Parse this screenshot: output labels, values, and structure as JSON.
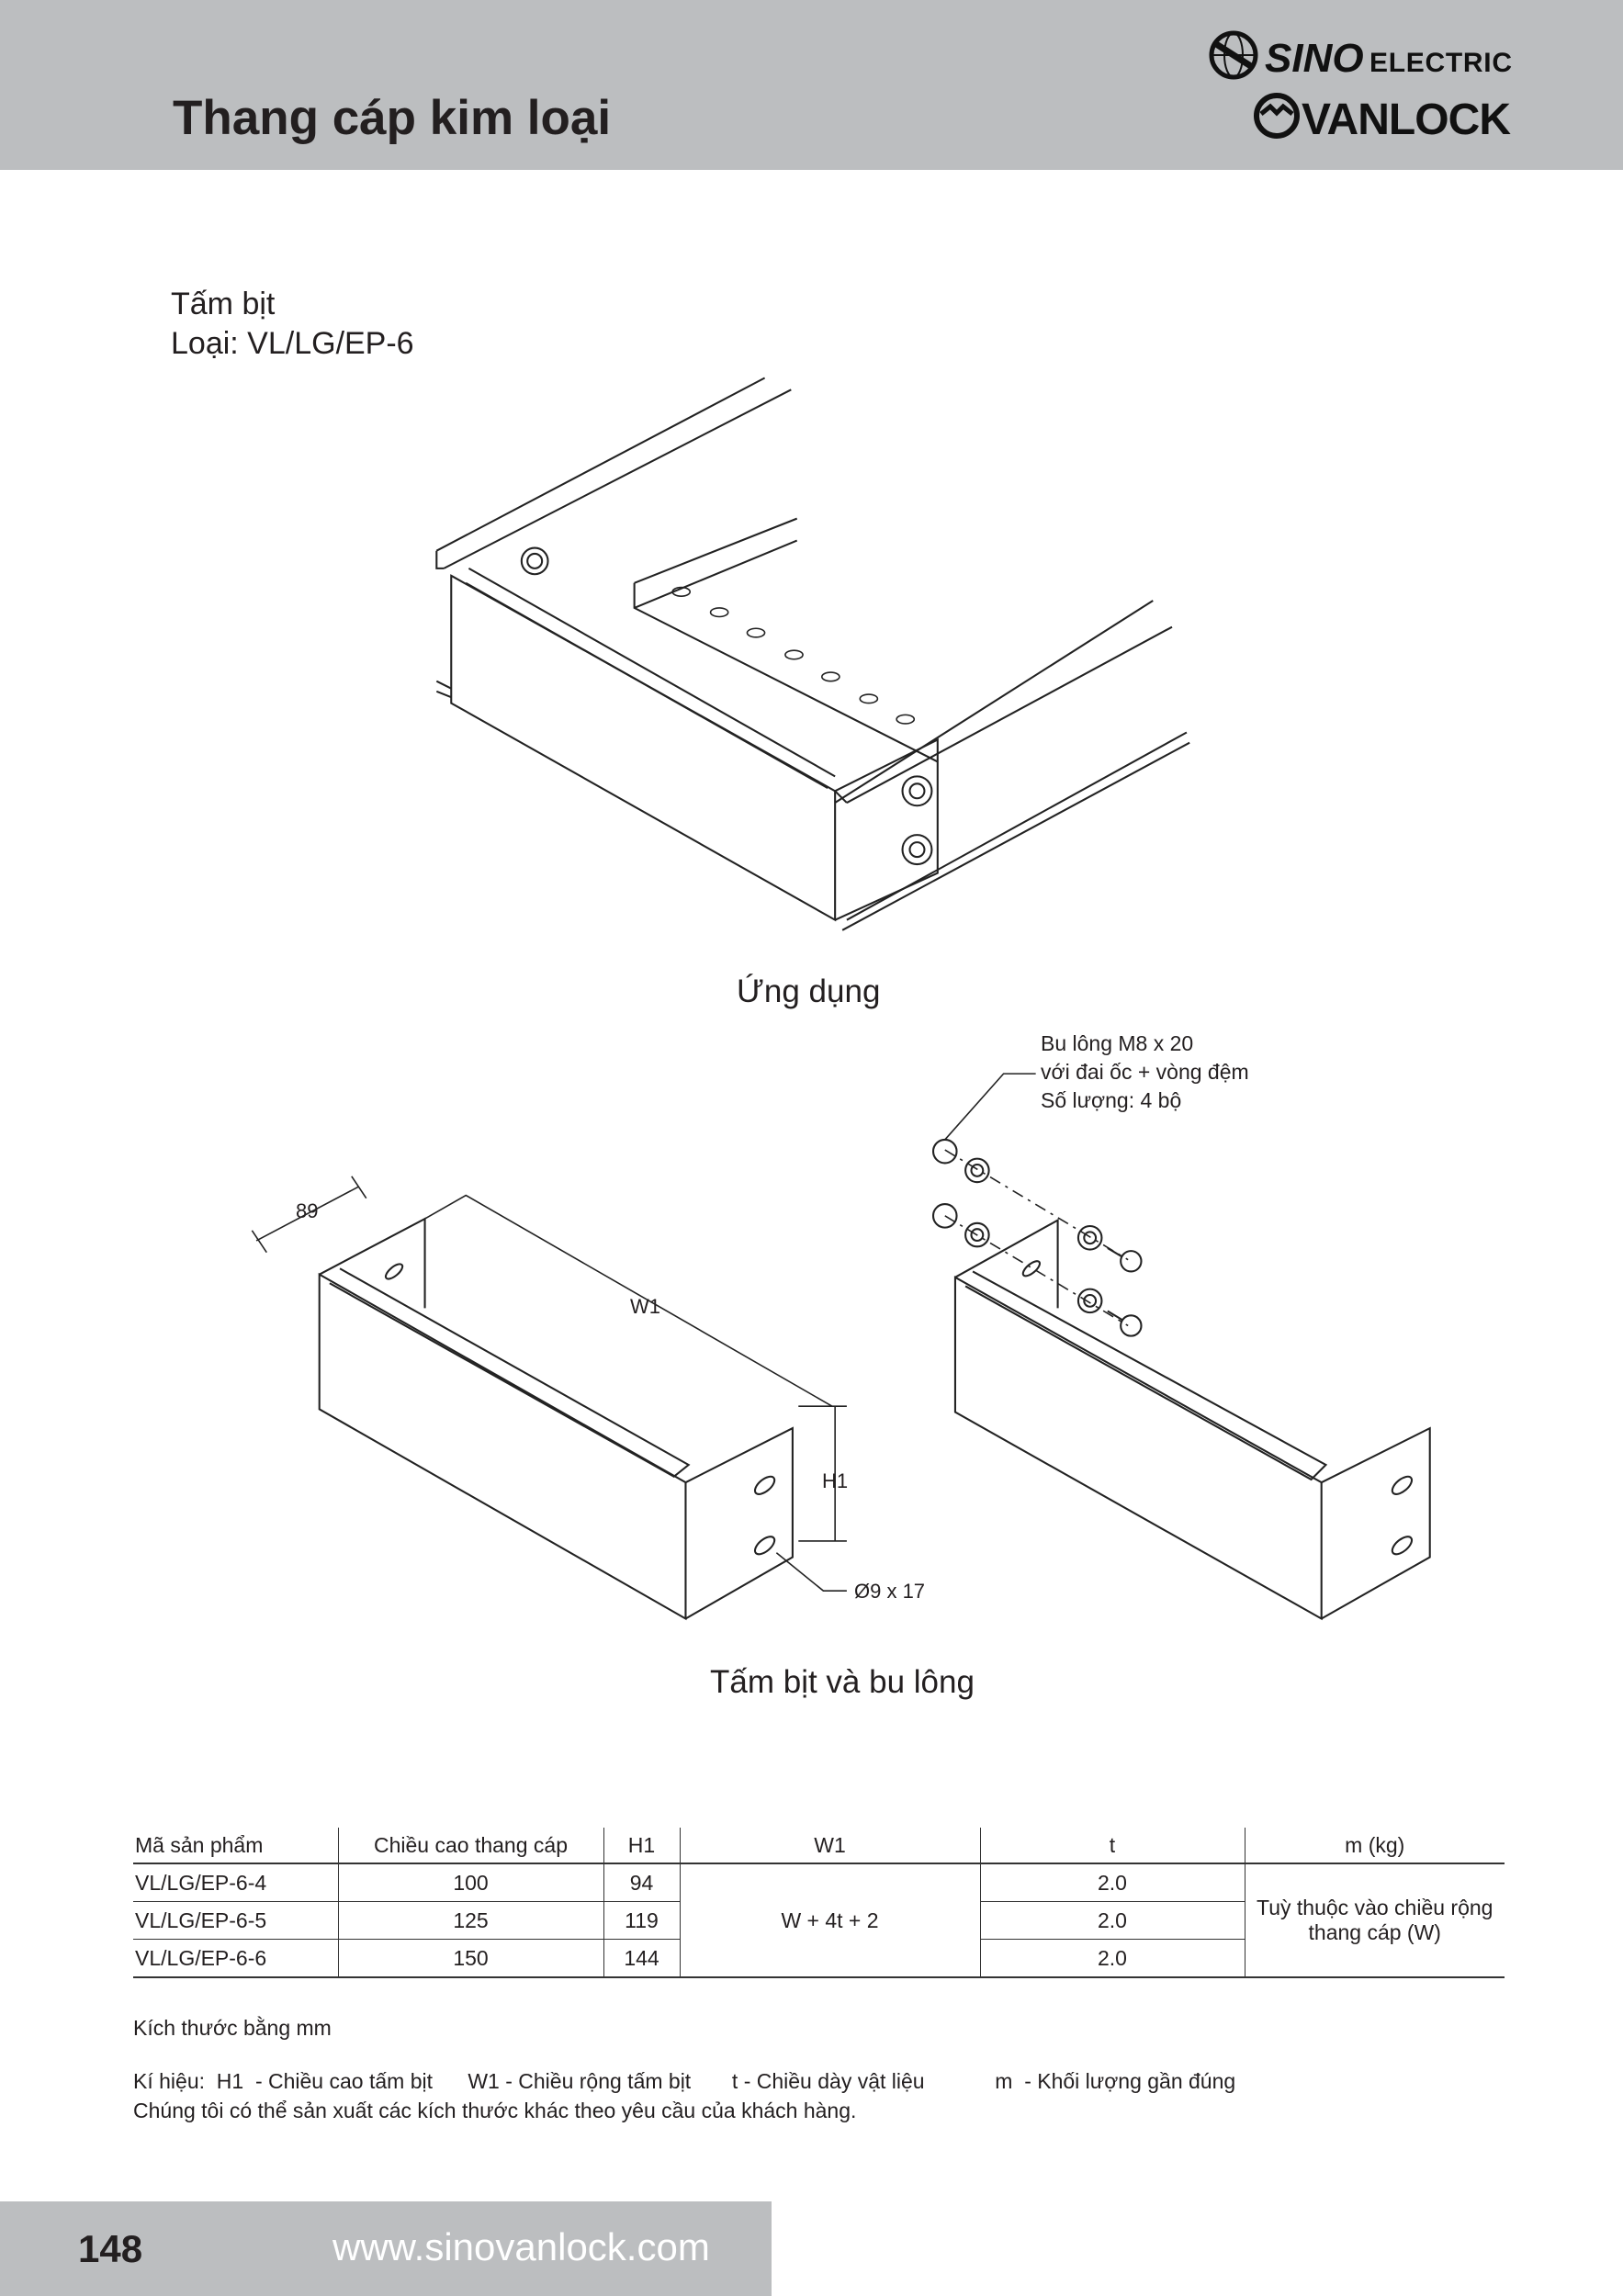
{
  "header": {
    "title": "Thang cáp kim loại",
    "logo_top": "SINO ELECTRIC",
    "logo_bottom": "VANLOCK"
  },
  "product": {
    "name": "Tấm bịt",
    "type": "Loại: VL/LG/EP-6"
  },
  "figures": {
    "application_caption": "Ứng dụng",
    "plate_caption": "Tấm bịt và bu lông",
    "dim_89": "89",
    "dim_w1": "W1",
    "dim_h1": "H1",
    "hole": "Ø9 x 17",
    "bolt_line1": "Bu lông M8 x 20",
    "bolt_line2": "với đai ốc + vòng đệm",
    "bolt_line3": "Số lượng: 4 bộ"
  },
  "table": {
    "headers": [
      "Mã sản phẩm",
      "Chiều cao thang cáp",
      "H1",
      "W1",
      "t",
      "m (kg)"
    ],
    "rows": [
      {
        "code": "VL/LG/EP-6-4",
        "height": "100",
        "h1": "94",
        "t": "2.0"
      },
      {
        "code": "VL/LG/EP-6-5",
        "height": "125",
        "h1": "119",
        "t": "2.0"
      },
      {
        "code": "VL/LG/EP-6-6",
        "height": "150",
        "h1": "144",
        "t": "2.0"
      }
    ],
    "w1_formula": "W + 4t + 2",
    "mass_note": "Tuỳ thuộc vào chiều rộng thang cáp (W)"
  },
  "notes": {
    "units": "Kích thước bằng mm",
    "legend": "Kí hiệu:  H1  - Chiều cao tấm bịt      W1 - Chiều rộng tấm bịt       t - Chiều dày vật liệu            m  - Khối lượng gần đúng",
    "custom": "Chúng tôi có thể sản xuất các kích thước khác theo yêu cầu của khách hàng."
  },
  "footer": {
    "page": "148",
    "url": "www.sinovanlock.com"
  }
}
